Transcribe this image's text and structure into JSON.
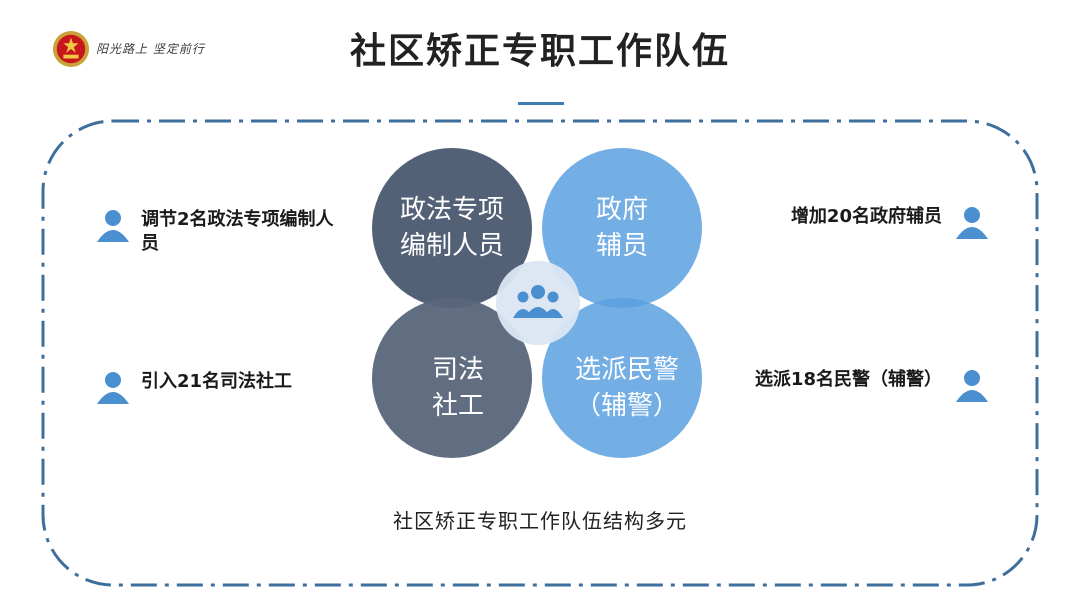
{
  "header": {
    "slogan": "阳光路上 坚定前行",
    "title": "社区矫正专职工作队伍"
  },
  "venn": {
    "circles": [
      {
        "line1": "政法专项",
        "line2": "编制人员",
        "color": "#4a5870"
      },
      {
        "line1": "政府",
        "line2": "辅员",
        "color": "#5aa0e0"
      },
      {
        "line1": "司法",
        "line2": "社工",
        "color": "#59657a"
      },
      {
        "line1": "选派民警",
        "line2": "（辅警）",
        "color": "#5aa0e0"
      }
    ]
  },
  "left_items": [
    {
      "text": "调节2名政法专项编制人员"
    },
    {
      "text": "引入21名司法社工"
    }
  ],
  "right_items": [
    {
      "text": "增加20名政府辅员"
    },
    {
      "text": "选派18名民警（辅警）"
    }
  ],
  "caption": "社区矫正专职工作队伍结构多元",
  "colors": {
    "accent": "#3d7db5",
    "icon": "#4a8fd0",
    "frame": "#3d6f9c"
  }
}
